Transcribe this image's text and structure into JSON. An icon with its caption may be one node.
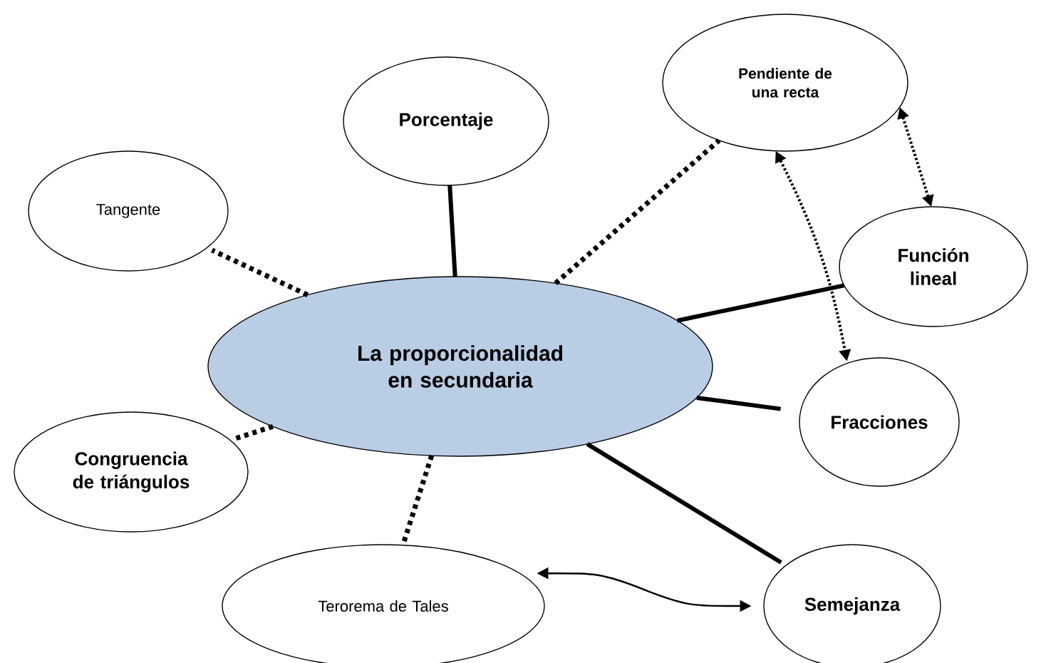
{
  "diagram": {
    "nodes": [
      {
        "text": [
          "Pendiente de una recta"
        ]
      },
      {
        "text": [
          "Porcentaje"
        ]
      },
      {
        "text": [
          "Tangente"
        ]
      },
      {
        "text": [
          "Función lineal"
        ]
      },
      {
        "text": [
          "La proporcionalidad en secundaria"
        ]
      },
      {
        "text": [
          "Fracciones"
        ]
      },
      {
        "text": [
          "Congruencia de triángulos"
        ]
      },
      {
        "text": [
          "Terorema de Tales"
        ]
      },
      {
        "text": [
          "Semejanza"
        ]
      }
    ],
    "edges": [
      {
        "from": 4,
        "to": 1,
        "arrow": "none"
      },
      {
        "from": 4,
        "to": 2,
        "arrow": "none",
        "style": "dashed"
      },
      {
        "from": 4,
        "to": 0,
        "arrow": "none",
        "style": "dashed"
      },
      {
        "from": 4,
        "to": 3,
        "arrow": "none"
      },
      {
        "from": 4,
        "to": 5,
        "arrow": "none"
      },
      {
        "from": 4,
        "to": 6,
        "arrow": "none",
        "style": "dashed"
      },
      {
        "from": 4,
        "to": 7,
        "arrow": "none",
        "style": "dashed"
      },
      {
        "from": 4,
        "to": 8,
        "arrow": "none"
      },
      {
        "from": 0,
        "to": 3,
        "arrow": "both",
        "style": "dashed"
      },
      {
        "from": 0,
        "to": 5,
        "arrow": "both",
        "style": "dashed"
      },
      {
        "from": 7,
        "to": 8,
        "arrow": "both"
      }
    ]
  }
}
